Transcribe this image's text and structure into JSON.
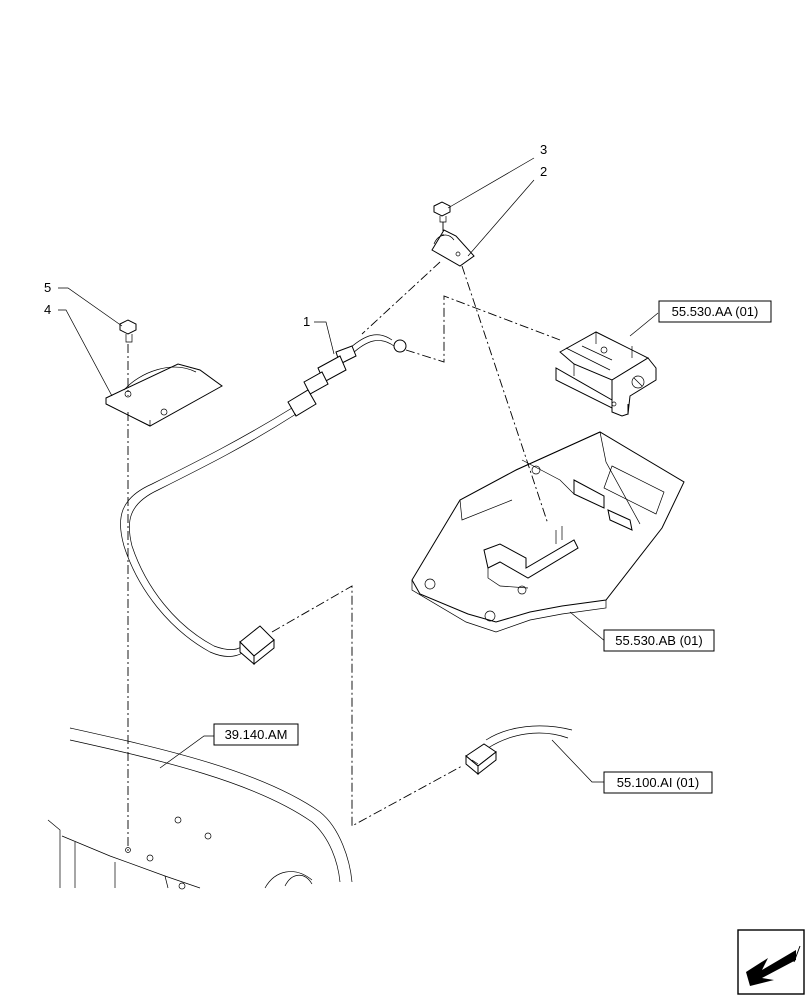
{
  "callouts": {
    "c1": "1",
    "c2": "2",
    "c3": "3",
    "c4": "4",
    "c5": "5"
  },
  "references": {
    "r_bracket": "55.530.AA (01)",
    "r_mount_plate": "55.530.AB (01)",
    "r_frame": "39.140.AM",
    "r_harness": "55.100.AI (01)"
  },
  "icons": {
    "nav": "arrow-left-down-icon"
  }
}
